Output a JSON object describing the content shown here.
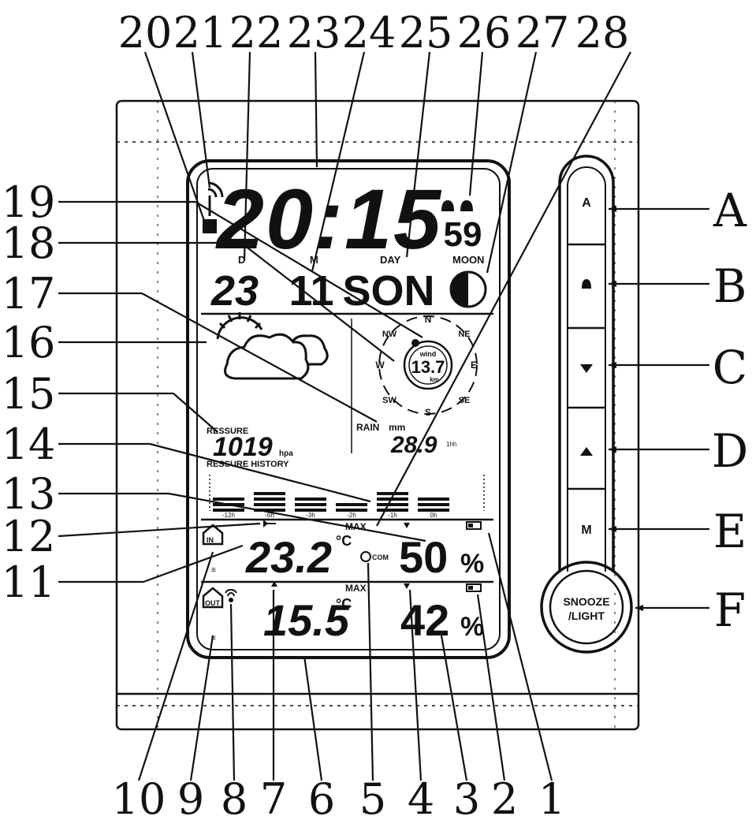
{
  "top_numbers": [
    "20",
    "21",
    "22",
    "23",
    "24",
    "25",
    "26",
    "27",
    "28"
  ],
  "left_numbers": [
    "19",
    "18",
    "17",
    "16",
    "15",
    "14",
    "13",
    "12",
    "11"
  ],
  "bottom_numbers": [
    "10",
    "9",
    "8",
    "7",
    "6",
    "5",
    "4",
    "3",
    "2",
    "1"
  ],
  "right_letters": [
    "A",
    "B",
    "C",
    "D",
    "E",
    "F"
  ],
  "lcd": {
    "time": "20:15",
    "seconds": "59",
    "date_label_d": "D",
    "date_label_m": "M",
    "day_label": "DAY",
    "moon_label": "MOON",
    "day_value": "23",
    "month_value": "11",
    "weekday_value": "SON",
    "compass": {
      "N": "N",
      "NE": "NE",
      "E": "E",
      "SE": "SE",
      "S": "S",
      "SW": "SW",
      "W": "W",
      "NW": "NW"
    },
    "wind_label": "wind",
    "wind_unit": "km",
    "wind_value": "13.7",
    "pressure_label": "RESSURE",
    "pressure_value": "1019",
    "pressure_unit": "hpa",
    "pressure_history_label": "RESSURE HISTORY",
    "rain_label": "RAIN",
    "rain_unit": "mm",
    "rain_value": "28.9",
    "rain_period": "1hh",
    "history_ticks": [
      "-12h",
      "-6h",
      "-3h",
      "-2h",
      "-1h",
      "0h"
    ],
    "max_label": "MAX",
    "in_label": "IN",
    "out_label": "OUT",
    "indoor_temp": "23.2",
    "indoor_humidity": "50",
    "outdoor_temp": "15.5",
    "outdoor_humidity": "42",
    "temp_unit": "°C",
    "humidity_unit": "%",
    "com_label": "COM"
  },
  "buttons": {
    "a": "A",
    "snooze_line1": "SNOOZE",
    "snooze_line2": "/LIGHT",
    "m": "M"
  },
  "icons": [
    "antenna-icon",
    "alarm-bell-icon",
    "moon-phase-icon",
    "sun-cloud-icon",
    "battery-icon",
    "house-icon",
    "arrow-up-icon",
    "arrow-down-icon"
  ]
}
